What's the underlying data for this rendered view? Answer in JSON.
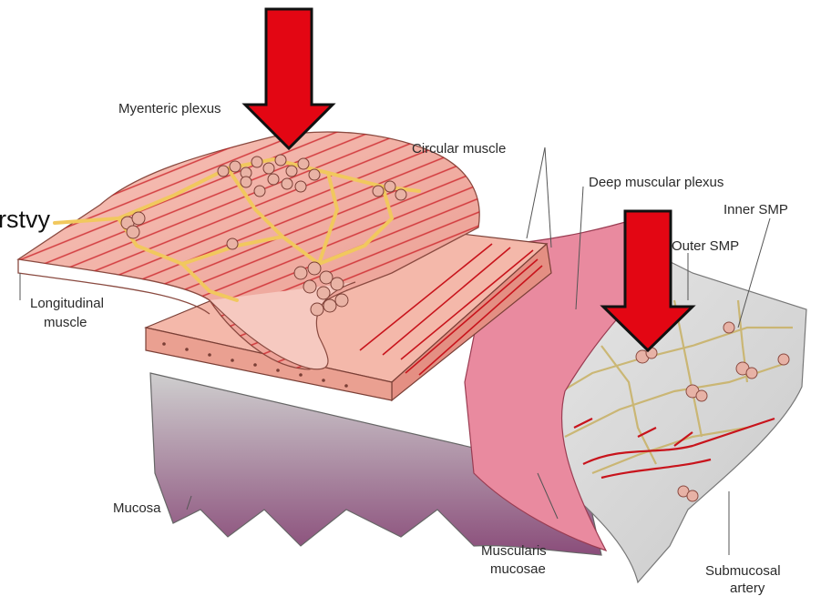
{
  "labels": {
    "myenteric_plexus": "Myenteric plexus",
    "circular_muscle": "Circular muscle",
    "deep_muscular_plexus": "Deep muscular plexus",
    "inner_smp": "Inner SMP",
    "outer_smp": "Outer SMP",
    "longitudinal_muscle_1": "Longitudinal",
    "longitudinal_muscle_2": "muscle",
    "mucosa": "Mucosa",
    "muscularis_mucosae_1": "Muscularis",
    "muscularis_mucosae_2": "mucosae",
    "submucosal_artery_1": "Submucosal",
    "submucosal_artery_2": "artery"
  },
  "overlay_text": "rstvy",
  "colors": {
    "arrow": "#e30613",
    "muscle": "#f2a49a",
    "muscle_dark": "#e07f74",
    "nerve": "#f3cc6a",
    "fiber": "#c8141c",
    "mucosa": "#bfbfbf",
    "mucosa_dark": "#7b3a6a",
    "submucosa": "#d9d9d9"
  }
}
